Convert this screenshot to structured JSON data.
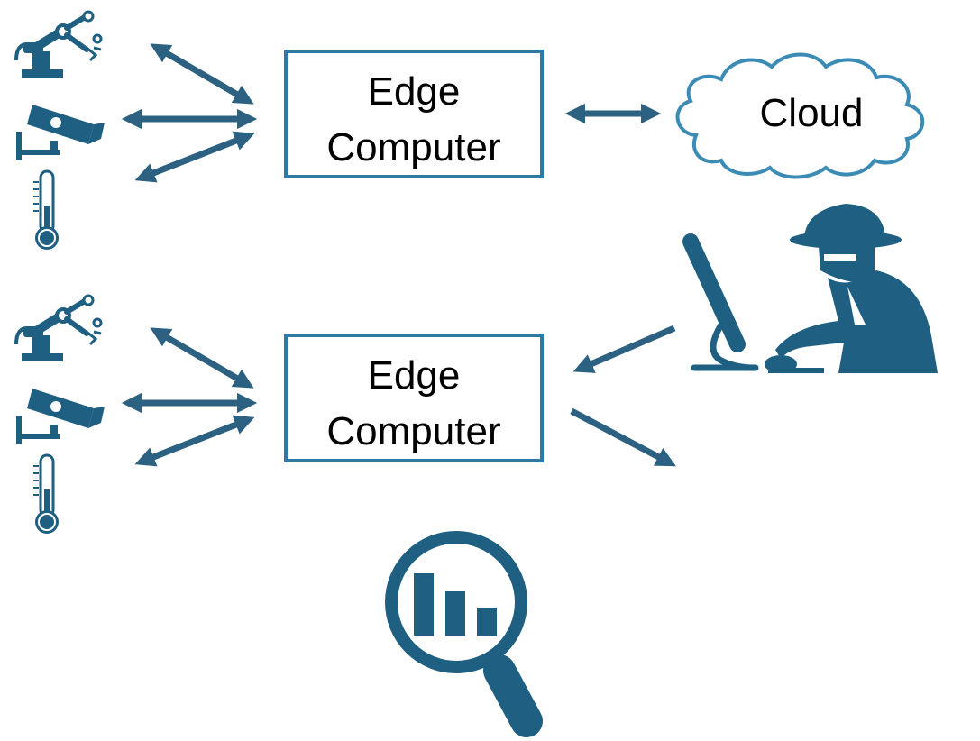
{
  "colors": {
    "icon": "#1e5f82",
    "arrow": "#2c6181",
    "box_border": "#2d7aa3",
    "cloud_border": "#3b8bb5",
    "text": "#000000"
  },
  "edge_top": {
    "line1": "Edge",
    "line2": "Computer"
  },
  "edge_bottom": {
    "line1": "Edge",
    "line2": "Computer"
  },
  "cloud": {
    "label": "Cloud"
  },
  "icons": [
    "robot-arm-icon",
    "security-camera-icon",
    "thermometer-icon",
    "hacker-icon",
    "analytics-magnifier-icon"
  ]
}
